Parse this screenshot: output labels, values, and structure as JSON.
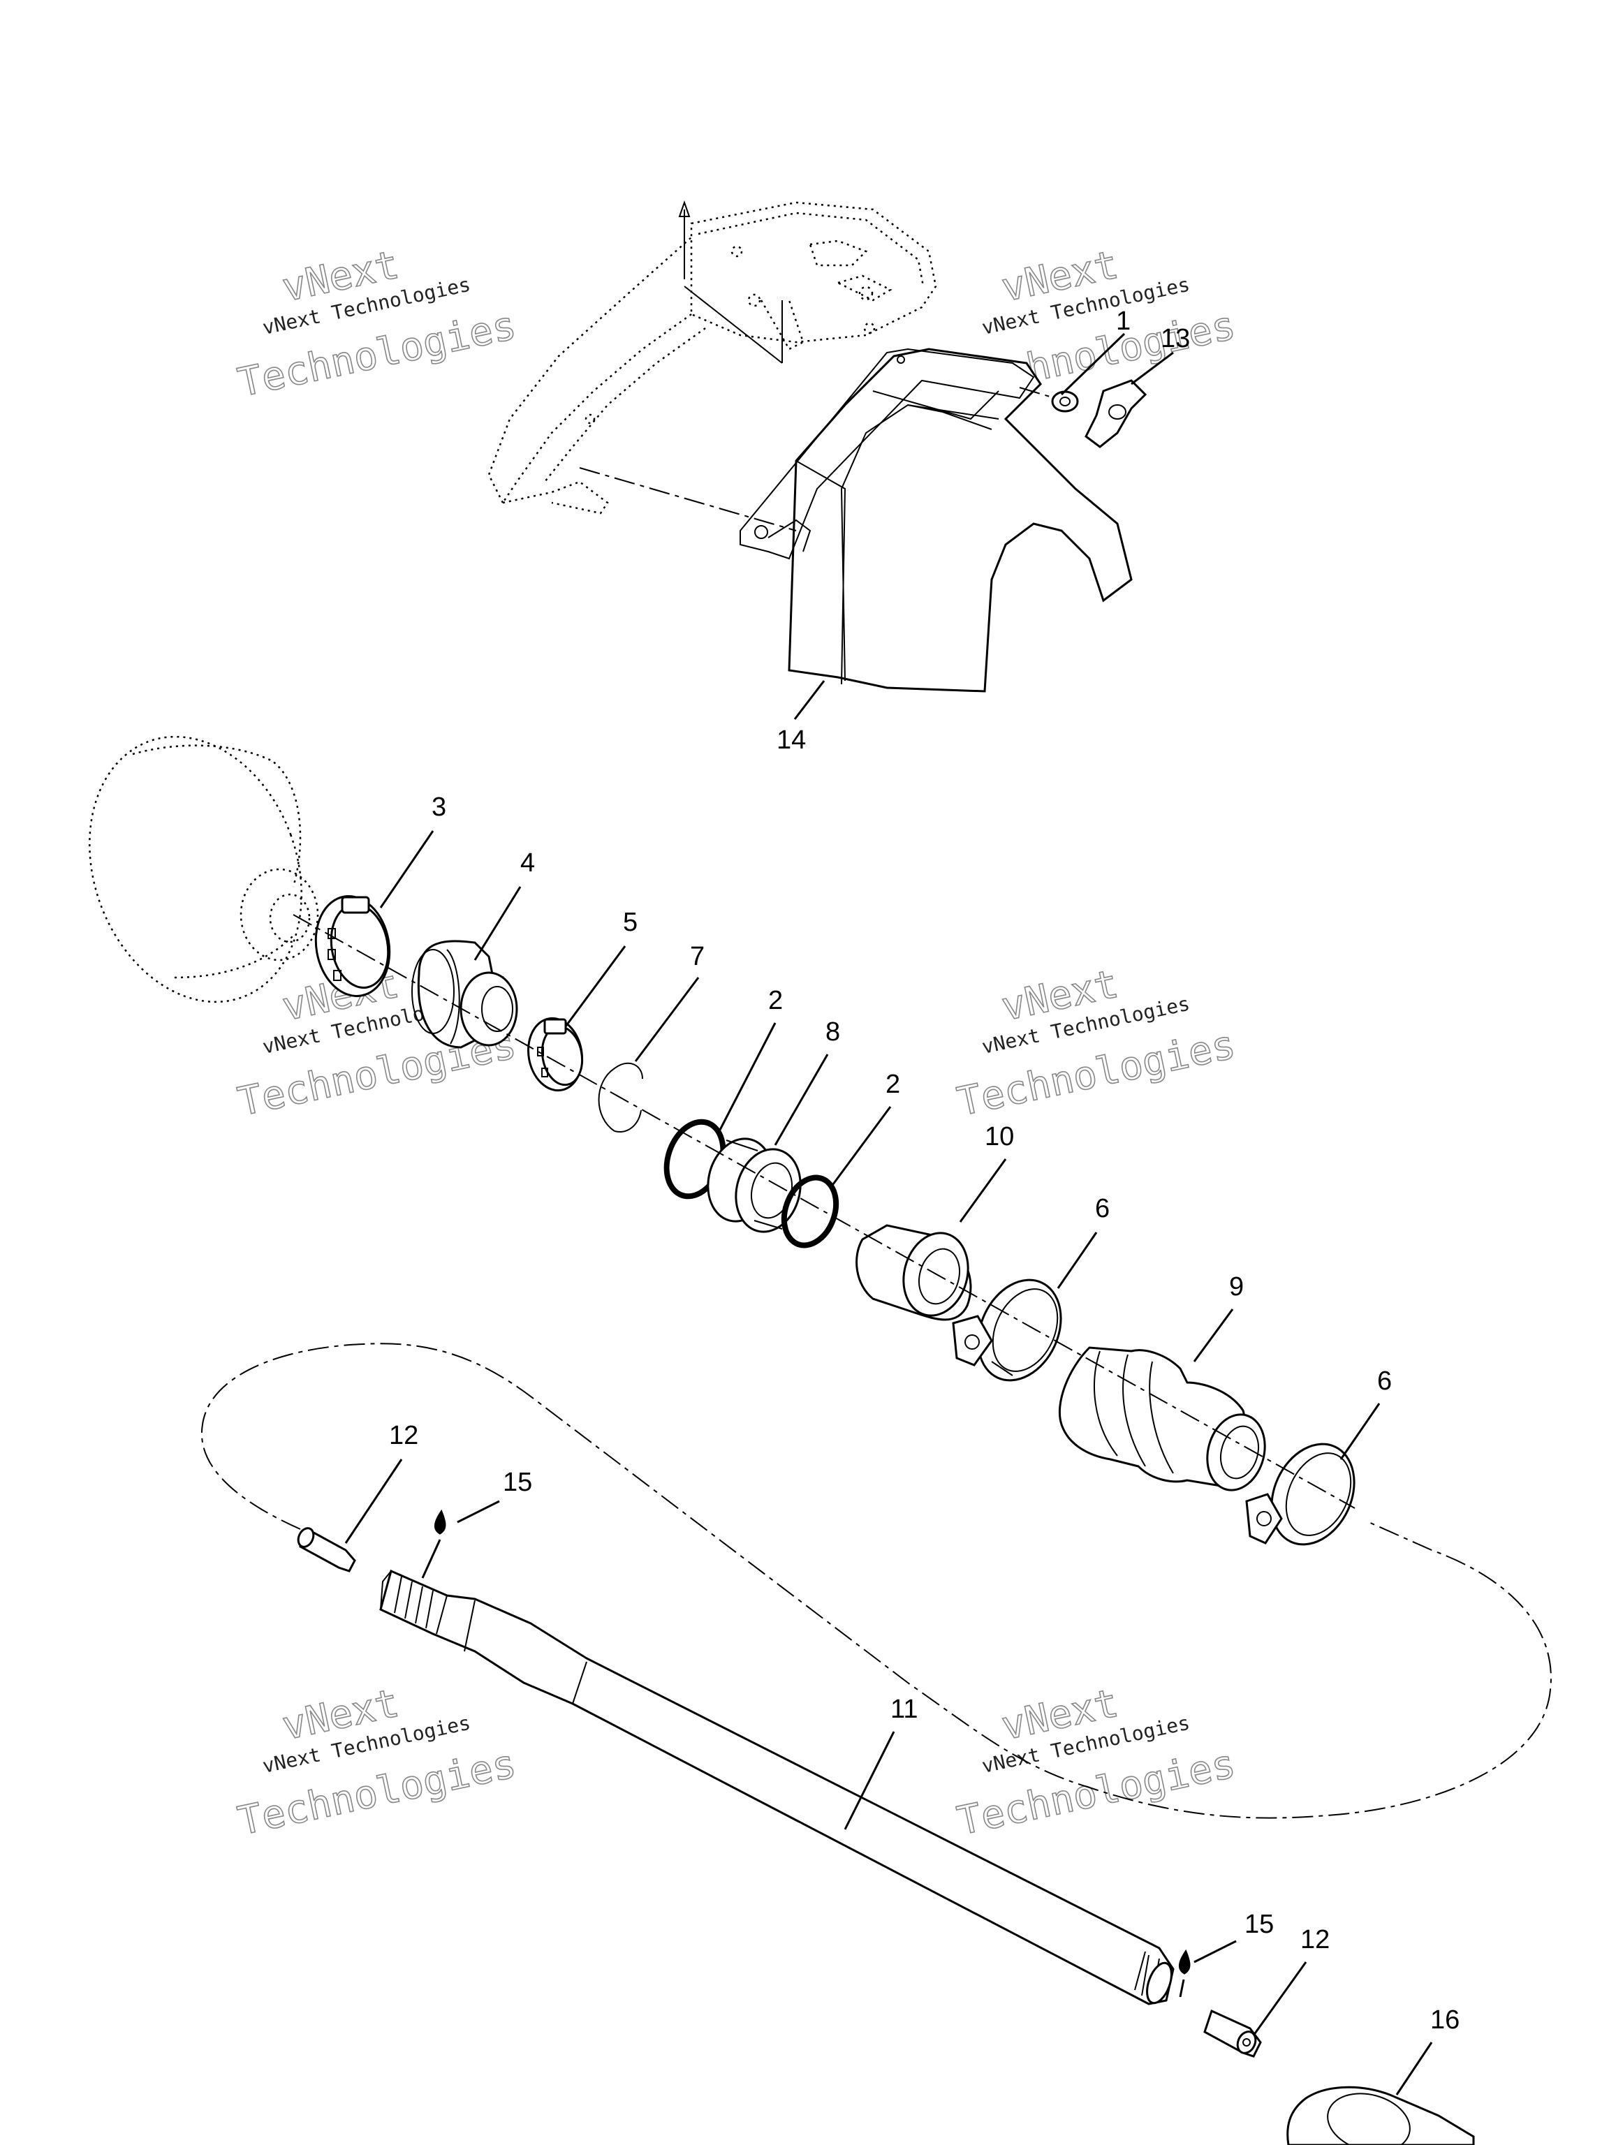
{
  "watermark": {
    "line1": "vNext",
    "line2": "vNext Technologies",
    "line3": "Technologies"
  },
  "callouts": {
    "c1": "1",
    "c13": "13",
    "c14": "14",
    "c3": "3",
    "c4": "4",
    "c5": "5",
    "c7": "7",
    "c2a": "2",
    "c8": "8",
    "c2b": "2",
    "c10": "10",
    "c6a": "6",
    "c9": "9",
    "c6b": "6",
    "c12a": "12",
    "c15a": "15",
    "c11": "11",
    "c15b": "15",
    "c12b": "12",
    "c16": "16"
  }
}
